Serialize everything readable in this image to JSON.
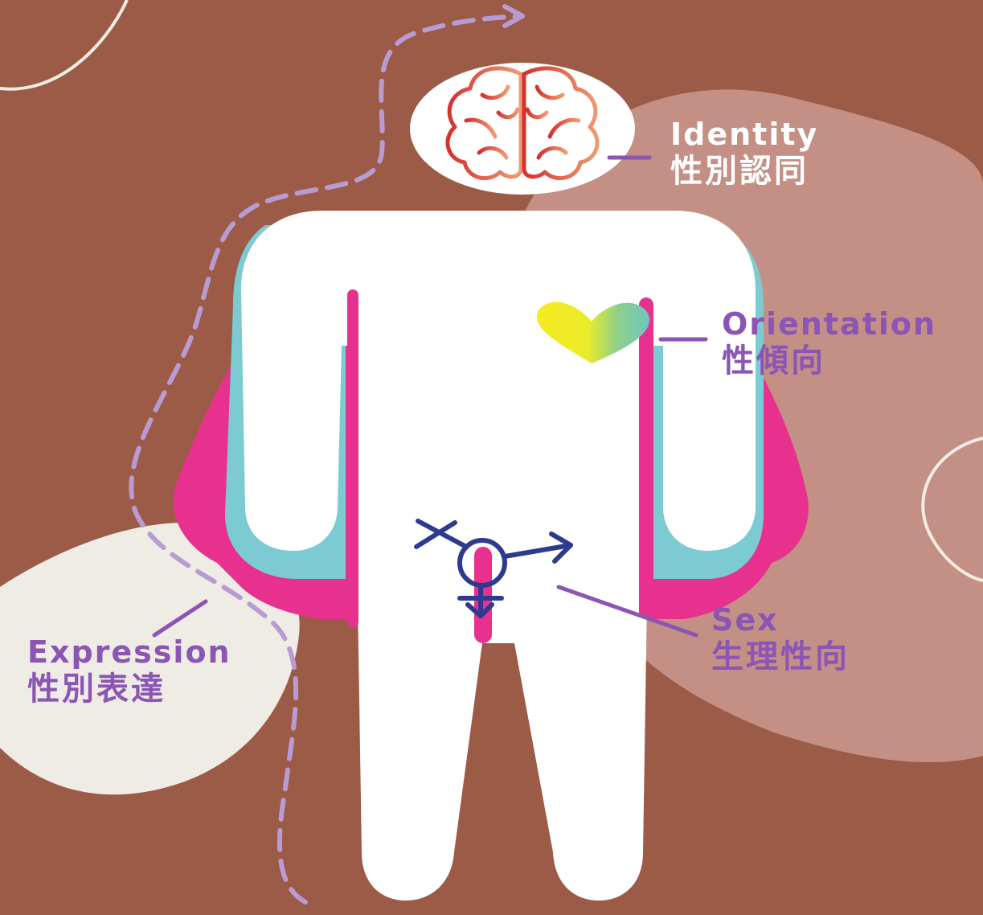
{
  "labels": {
    "identity": {
      "en": "Identity",
      "zh": "性別認同"
    },
    "orientation": {
      "en": "Orientation",
      "zh": "性傾向"
    },
    "sex": {
      "en": "Sex",
      "zh": "生理性向"
    },
    "expression": {
      "en": "Expression",
      "zh": "性別表達"
    }
  },
  "icons": [
    "brain-icon",
    "heart-icon",
    "transgender-symbol-icon"
  ],
  "colors": {
    "background": "#9b5b47",
    "blob_pink": "#c48f85",
    "blob_cream": "#efebe5",
    "body": "#ffffff",
    "cyan": "#7ccbd2",
    "magenta": "#e8318f",
    "label_purple": "#8a55b3",
    "symbol_navy": "#2f3a8f",
    "dash_lilac": "#b99bd3"
  }
}
